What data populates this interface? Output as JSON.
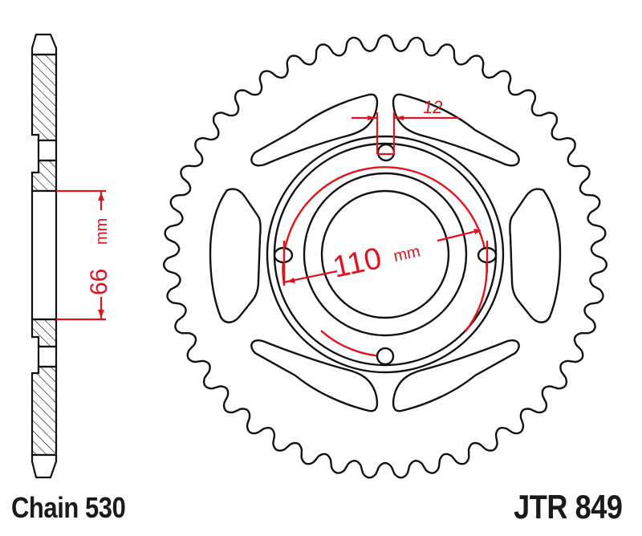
{
  "labels": {
    "chain": "Chain 530",
    "part_number": "JTR 849"
  },
  "dimensions": {
    "hub_height_value": "66",
    "hub_height_unit": "mm",
    "bolt_circle_value": "110",
    "bolt_circle_unit": "mm",
    "bolt_hole_value": "12"
  },
  "sprocket": {
    "teeth": 43,
    "bolt_holes": 4,
    "cutouts": 6
  },
  "colors": {
    "line": "#111111",
    "dimension": "#e0141e",
    "background": "#ffffff"
  }
}
